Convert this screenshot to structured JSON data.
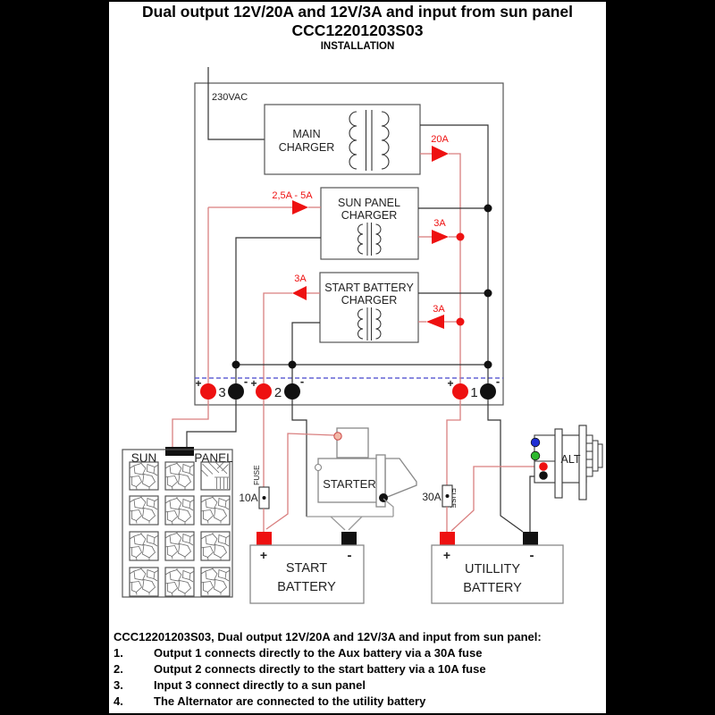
{
  "page": {
    "title1": "Dual output 12V/20A and 12V/3A and input from sun panel",
    "title2": "CCC12201203S03",
    "title3": "INSTALLATION"
  },
  "diagram": {
    "mains": "230VAC",
    "plus": "+",
    "minus": "-",
    "main_charger": {
      "line1": "MAIN",
      "line2": "CHARGER",
      "output": "20A"
    },
    "sun_charger": {
      "line1": "SUN PANEL",
      "line2": "CHARGER",
      "input": "2,5A - 5A",
      "output": "3A"
    },
    "start_charger": {
      "line1": "START BATTERY",
      "line2": "CHARGER",
      "output": "3A",
      "input": "3A"
    },
    "terminal1": "1",
    "terminal2": "2",
    "terminal3": "3",
    "sun_panel": {
      "left": "SUN",
      "right": "PANEL"
    },
    "fuse10": {
      "rating": "10A",
      "label": "FUSE"
    },
    "fuse30": {
      "rating": "30A",
      "label": "FUSE"
    },
    "starter": {
      "label": "STARTER"
    },
    "alternator": {
      "label": "ALT"
    },
    "start_battery": {
      "line1": "START",
      "line2": "BATTERY"
    },
    "utility_battery": {
      "line1": "UTILLITY",
      "line2": "BATTERY"
    }
  },
  "footer": {
    "heading": "CCC12201203S03, Dual output 12V/20A and 12V/3A and input from sun panel:",
    "items": [
      {
        "num": "1.",
        "text": "Output 1 connects directly to the Aux battery via a 30A fuse"
      },
      {
        "num": "2.",
        "text": "Output 2 connects directly to the start battery via a 10A fuse"
      },
      {
        "num": "3.",
        "text": "Input 3 connect directly to a sun panel"
      },
      {
        "num": "4.",
        "text": "The Alternator are connected to the utility battery"
      }
    ]
  },
  "colors": {
    "accent_red": "#ee1111",
    "wire_red": "#d97f7f",
    "wire_black": "#333333",
    "outline_gray": "#888888",
    "dashed_blue": "#4444cc",
    "page_bg": "#ffffff",
    "frame_bg": "#000000"
  }
}
